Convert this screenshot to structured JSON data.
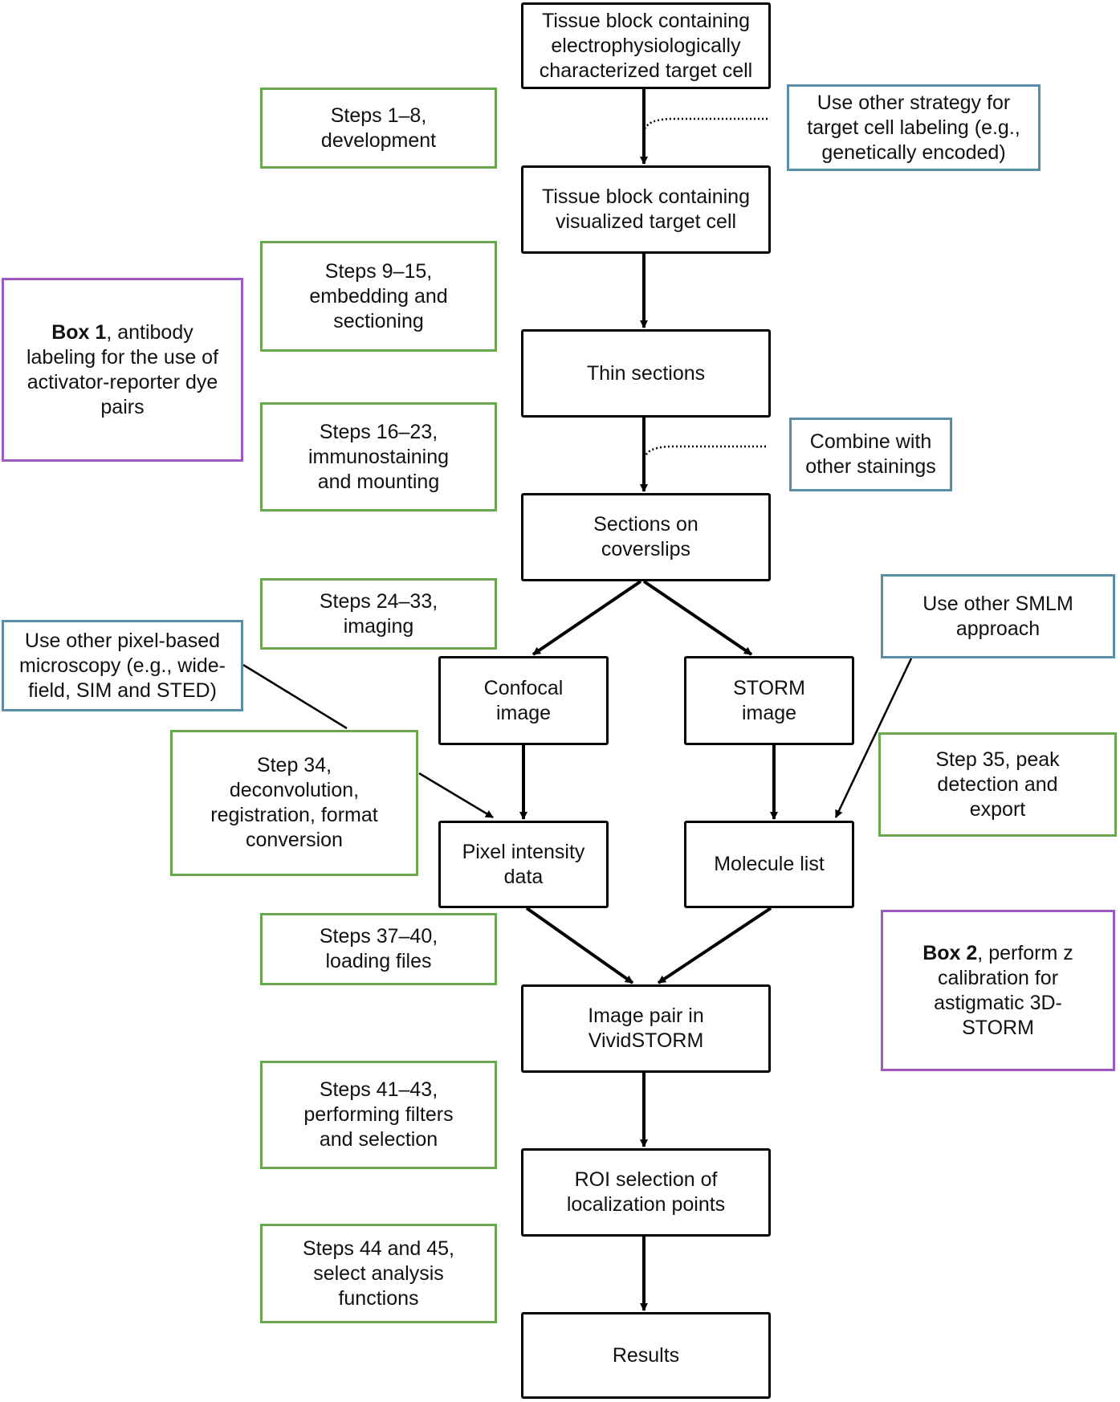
{
  "flow": {
    "tissue_block_characterized": "Tissue block containing\nelectrophysiologically\ncharacterized target cell",
    "tissue_block_visualized": "Tissue block containing\nvisualized target cell",
    "thin_sections": "Thin sections",
    "sections_on_coverslips": "Sections on\ncoverslips",
    "confocal_image": "Confocal\nimage",
    "storm_image": "STORM\nimage",
    "pixel_intensity_data": "Pixel intensity\ndata",
    "molecule_list": "Molecule list",
    "image_pair": "Image pair in\nVividSTORM",
    "roi_selection": "ROI selection of\nlocalization points",
    "results": "Results"
  },
  "steps": {
    "s1_8": "Steps 1–8,\ndevelopment",
    "s9_15": "Steps 9–15,\nembedding and\nsectioning",
    "s16_23": "Steps 16–23,\nimmunostaining\nand mounting",
    "s24_33": "Steps 24–33,\nimaging",
    "s34": "Step 34,\ndeconvolution,\nregistration, format\nconversion",
    "s35": "Step 35, peak\ndetection and\nexport",
    "s37_40": "Steps 37–40,\nloading files",
    "s41_43": "Steps 41–43,\nperforming filters\nand selection",
    "s44_45": "Steps 44 and 45,\nselect analysis\nfunctions"
  },
  "alternatives": {
    "other_labeling": "Use other strategy for\ntarget cell labeling (e.g.,\ngenetically encoded)",
    "other_stainings": "Combine with\nother stainings",
    "other_pixel_microscopy": "Use other pixel-based\nmicroscopy (e.g., wide-\nfield, SIM and STED)",
    "other_smlm": "Use other SMLM\napproach"
  },
  "boxes": {
    "box1_bold": "Box 1",
    "box1_text": ", antibody\nlabeling for the use of\nactivator-reporter dye\npairs",
    "box2_bold": "Box 2",
    "box2_text": ", perform z\ncalibration for\nastigmatic 3D-\nSTORM"
  },
  "colors": {
    "main_border": "#000000",
    "step_border": "#6aa84f",
    "alternative_border": "#5b8ea6",
    "box_border": "#9c59c4"
  }
}
